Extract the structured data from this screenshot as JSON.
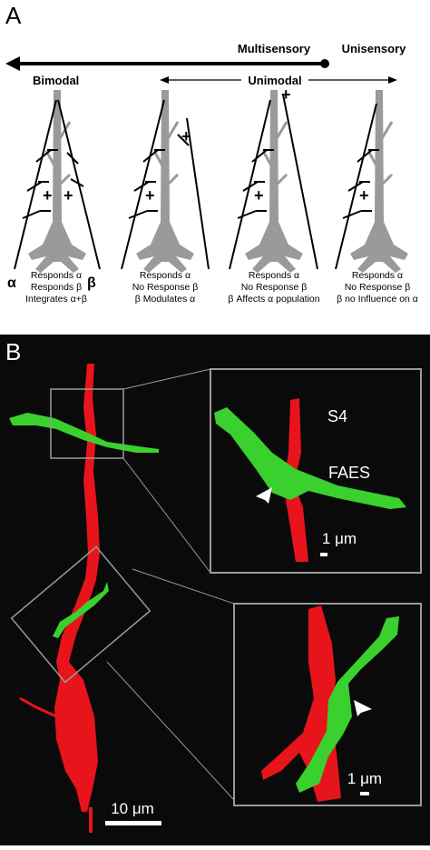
{
  "panel_a": {
    "label": "A",
    "multisensory_label": "Multisensory",
    "unisensory_label": "Unisensory",
    "bimodal_label": "Bimodal",
    "unimodal_label": "Unimodal",
    "alpha_symbol": "α",
    "beta_symbol": "β",
    "plus_symbol": "+",
    "neurons": [
      {
        "lines": [
          "Responds α",
          "Responds β",
          "Integrates α+β"
        ]
      },
      {
        "lines": [
          "Responds α",
          "No Response β",
          "β Modulates α"
        ]
      },
      {
        "lines": [
          "Responds α",
          "No Response β",
          "β Affects α population"
        ]
      },
      {
        "lines": [
          "Responds α",
          "No Response β",
          "β no Influence on α"
        ]
      }
    ]
  },
  "panel_b": {
    "label": "B",
    "inset_top_label_s4": "S4",
    "inset_top_label_faes": "FAES",
    "inset_top_scale": "1 μm",
    "inset_bottom_scale": "1 μm",
    "main_scale": "10 μm",
    "colors": {
      "red": "#e8141c",
      "green": "#3ad12e",
      "background": "#0a0a0a"
    }
  }
}
